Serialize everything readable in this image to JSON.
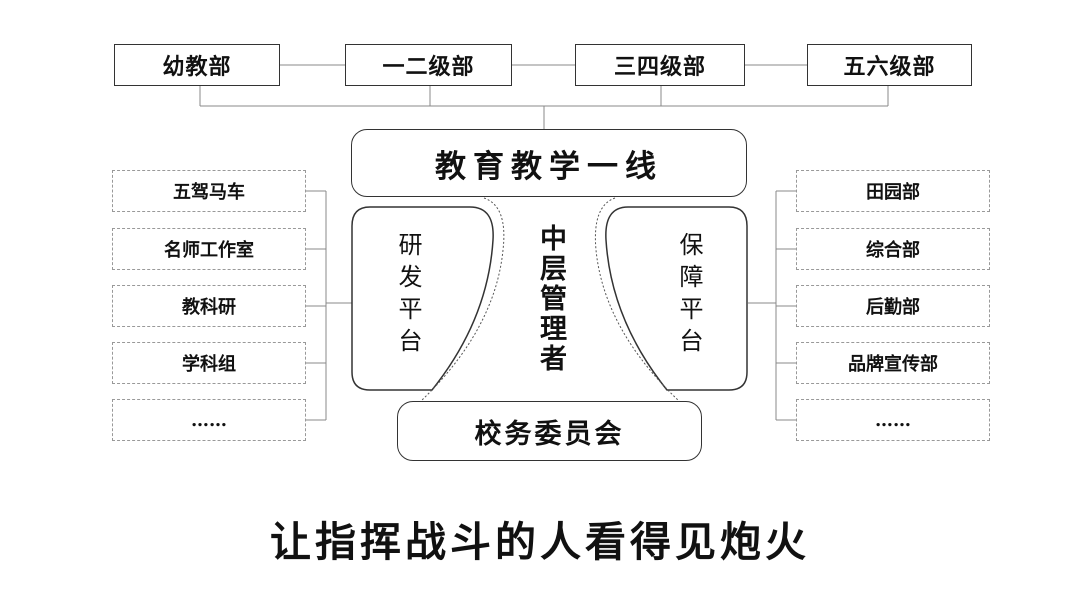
{
  "grade_departments": [
    "幼教部",
    "一二级部",
    "三四级部",
    "五六级部"
  ],
  "core": "教育教学一线",
  "left_platform": "研发平台",
  "right_platform": "保障平台",
  "middle_management": "中层管理者",
  "committee": "校务委员会",
  "left_items": [
    "五驾马车",
    "名师工作室",
    "教科研",
    "学科组",
    "……"
  ],
  "right_items": [
    "田园部",
    "综合部",
    "后勤部",
    "品牌宣传部",
    "……"
  ],
  "slogan": "让指挥战斗的人看得见炮火"
}
